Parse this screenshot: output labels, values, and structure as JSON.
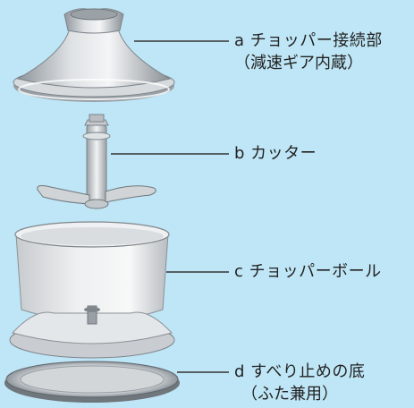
{
  "parts": [
    {
      "letter": "a",
      "name": "チョッパー接続部",
      "note": "（減速ギア内蔵）"
    },
    {
      "letter": "b",
      "name": "カッター"
    },
    {
      "letter": "c",
      "name": "チョッパーボール"
    },
    {
      "letter": "d",
      "name": "すべり止めの底",
      "note": "（ふた兼用）"
    }
  ],
  "colors": {
    "background": "#bfe6f6",
    "leader_line": "#333333",
    "metal": "#c9cdd1",
    "plastic": "#e6e8ea"
  }
}
